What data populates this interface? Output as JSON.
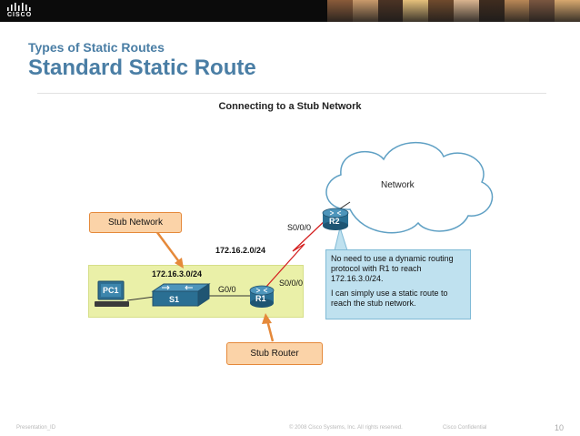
{
  "banner": {
    "logo_text": "CISCO",
    "photo_colors": [
      "#8a5b3a",
      "#c99a6b",
      "#4b3324",
      "#e5c07b",
      "#6f4a2d",
      "#d9b48f",
      "#3f2c1f",
      "#b98756",
      "#7a5640",
      "#d7a86e"
    ]
  },
  "slide": {
    "section_title": "Types of Static Routes",
    "main_title": "Standard Static Route",
    "page_number": "10"
  },
  "diagram": {
    "title": "Connecting to a Stub Network",
    "cloud_label": "Network",
    "callouts": {
      "stub_network": "Stub Network",
      "stub_router": "Stub Router"
    },
    "note_lines": [
      "No need to use a dynamic routing protocol with R1 to reach 172.16.3.0/24.",
      "I can simply use a static route to reach the stub network."
    ],
    "devices": {
      "pc": "PC1",
      "switch": "S1",
      "router1": "R1",
      "router2": "R2"
    },
    "interfaces": {
      "r2_serial": "S0/0/0",
      "r1_serial": "S0/0/0",
      "r1_gig": "G0/0"
    },
    "networks": {
      "serial_link": "172.16.2.0/24",
      "lan": "172.16.3.0/24"
    },
    "colors": {
      "orange": "#e5893a",
      "router_blue": "#2a6f93",
      "serial_red": "#d42020",
      "note_blue": "#bfe1ef",
      "stub_yellow": "#eaf0a8"
    }
  },
  "footer": {
    "left": "Presentation_ID",
    "center": "© 2008 Cisco Systems, Inc. All rights reserved.",
    "right": "Cisco Confidential"
  }
}
